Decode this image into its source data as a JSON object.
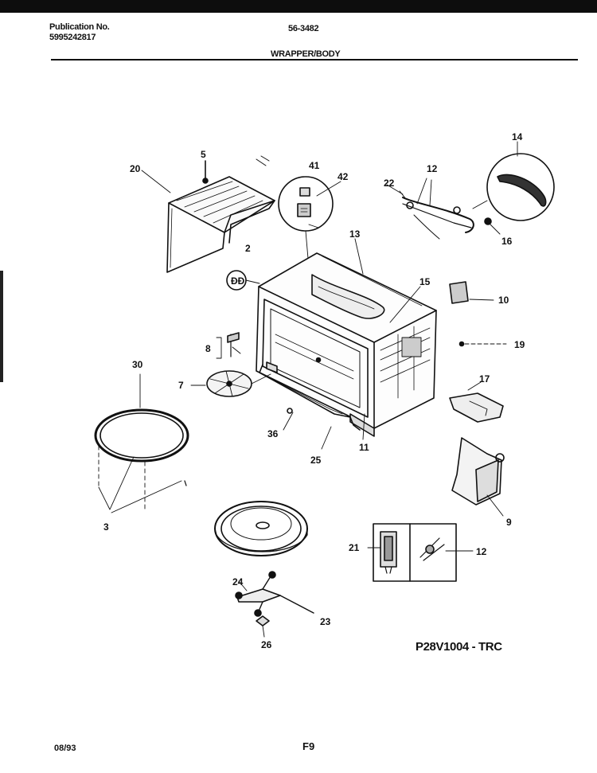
{
  "header": {
    "publication_label": "Publication No.",
    "publication_number": "5995242817",
    "model_number": "56-3482",
    "section_title": "WRAPPER/BODY"
  },
  "callouts": [
    "20",
    "5",
    "41",
    "42",
    "22",
    "12",
    "14",
    "2",
    "13",
    "15",
    "10",
    "16",
    "8",
    "19",
    "7",
    "30",
    "36",
    "17",
    "25",
    "11",
    "9",
    "3",
    "21",
    "12",
    "24",
    "23",
    "26"
  ],
  "footer": {
    "reference_code": "P28V1004 - TRC",
    "date_code": "08/93",
    "page_number": "F9"
  }
}
